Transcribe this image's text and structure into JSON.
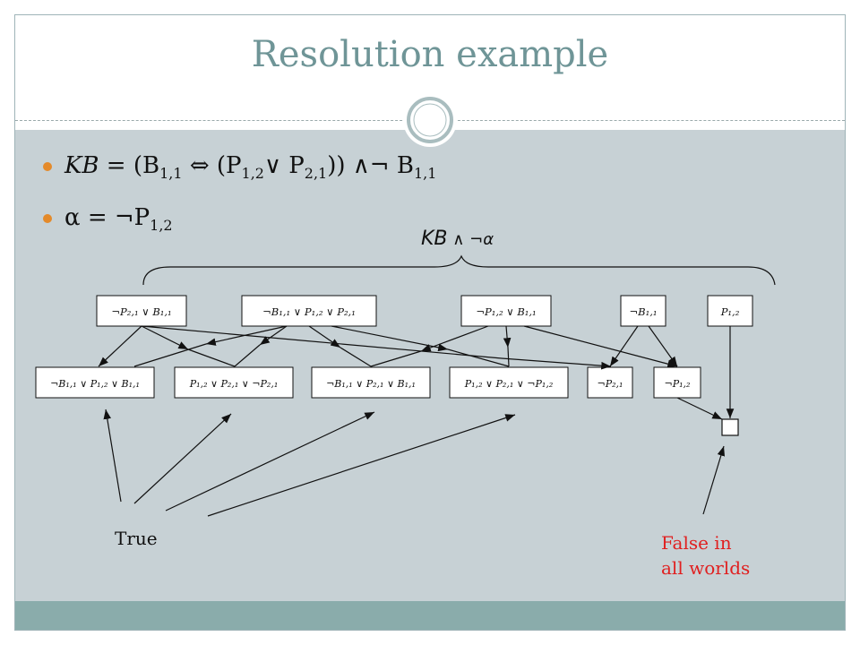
{
  "slide": {
    "title": "Resolution example",
    "kb_line": {
      "kb": "KB",
      "eq": " = (B",
      "s1": "1,1",
      "p1": " ⇔ (P",
      "s2": "1,2",
      "p2": "∨ P",
      "s3": "2,1",
      "p3": ")) ∧¬ B",
      "s4": "1,1"
    },
    "alpha_line": {
      "text": "α = ¬P",
      "sub": "1,2"
    },
    "brace_label": {
      "kb": "KB",
      "rest": " ∧ ¬α"
    },
    "clauses_top": [
      {
        "label": "¬P₂,₁ ∨ B₁,₁"
      },
      {
        "label": "¬B₁,₁ ∨ P₁,₂ ∨ P₂,₁"
      },
      {
        "label": "¬P₁,₂ ∨ B₁,₁"
      },
      {
        "label": "¬B₁,₁"
      },
      {
        "label": "P₁,₂"
      }
    ],
    "clauses_bottom": [
      {
        "label": "¬B₁,₁ ∨ P₁,₂ ∨ B₁,₁"
      },
      {
        "label": "P₁,₂ ∨ P₂,₁ ∨ ¬P₂,₁"
      },
      {
        "label": "¬B₁,₁ ∨ P₂,₁ ∨ B₁,₁"
      },
      {
        "label": "P₁,₂ ∨ P₂,₁ ∨ ¬P₁,₂"
      },
      {
        "label": "¬P₂,₁"
      },
      {
        "label": "¬P₁,₂"
      }
    ],
    "true_label": "True",
    "false_label_1": "False in",
    "false_label_2": "all worlds",
    "colors": {
      "title": "#6f9597",
      "bullet": "#e48a2a",
      "content_bg": "#c7d1d5",
      "footer_bg": "#8aacab",
      "false_text": "#e02020"
    }
  }
}
